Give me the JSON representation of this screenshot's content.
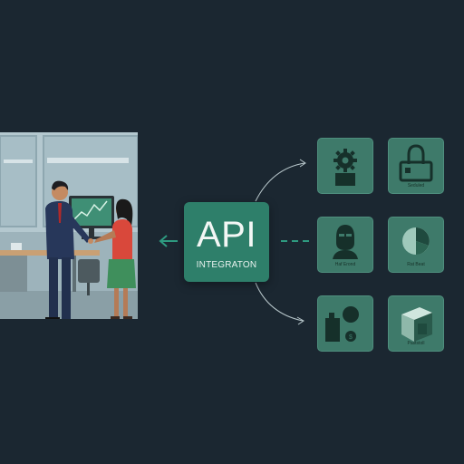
{
  "api_box": {
    "title": "API",
    "subtitle": "INTEGRATON"
  },
  "tiles": [
    {
      "icon": "gear-icon",
      "label": ""
    },
    {
      "icon": "padlock-icon",
      "label": "Seduled"
    },
    {
      "icon": "user-profile-icon",
      "label": "Haf Erond"
    },
    {
      "icon": "pie-chart-icon",
      "label": "Rat Beat"
    },
    {
      "icon": "person-coin-icon",
      "label": ""
    },
    {
      "icon": "box-icon",
      "label": "Paststoll"
    }
  ],
  "colors": {
    "background": "#1b2731",
    "api_box": "#2e7f6a",
    "tile": "#3e7a6a",
    "connector": "#b9c8cc",
    "arrow": "#2e9a80"
  }
}
